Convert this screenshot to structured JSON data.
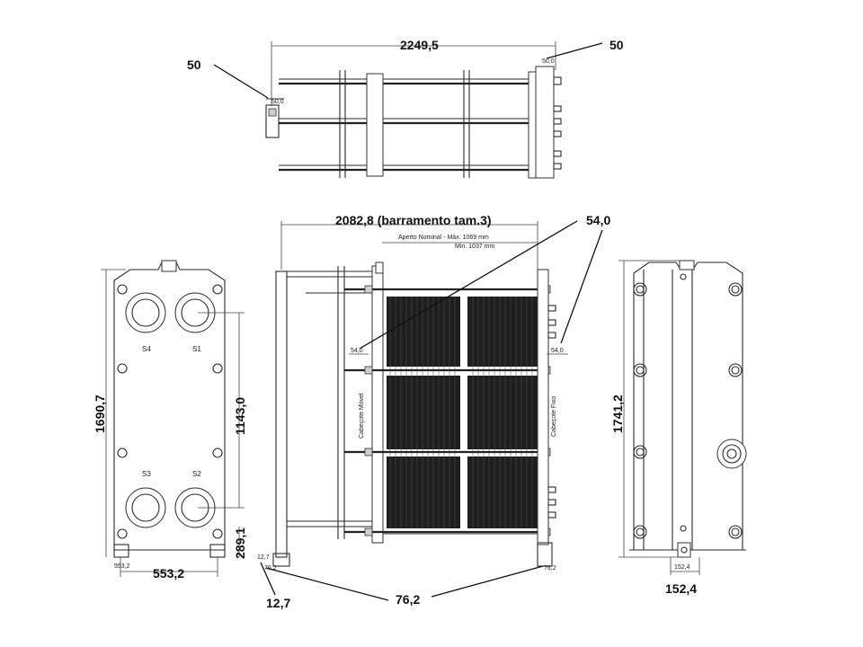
{
  "drawing": {
    "top_view": {
      "overall_length": "2249,5",
      "callout_left": "50",
      "callout_right": "50",
      "small_left": "50,0",
      "small_right": "50,0"
    },
    "front_view": {
      "length": "2082,8 (barramento tam.3)",
      "aperture_line1": "Aperto Nominal - Máx. 1069 mm",
      "aperture_line2": "Min. 1037 mm",
      "callout_54": "54,0",
      "small_left_54": "54,0",
      "small_right_54": "54,0",
      "head_moving": "Cabeçote Móvel",
      "head_fixed": "Cabeçote Fixo",
      "dim_12_7": "12,7",
      "dim_76_2": "76,2",
      "small_12_7": "12,7",
      "small_76_2": "76,2"
    },
    "left_view": {
      "height": "1690,7",
      "port_spacing": "1143,0",
      "width": "553,2",
      "bottom": "289,1",
      "small_width": "553,2",
      "ports": [
        "S4",
        "S1",
        "S3",
        "S2"
      ]
    },
    "right_view": {
      "height": "1741,2",
      "width": "152,4",
      "small_width": "152,4"
    }
  }
}
